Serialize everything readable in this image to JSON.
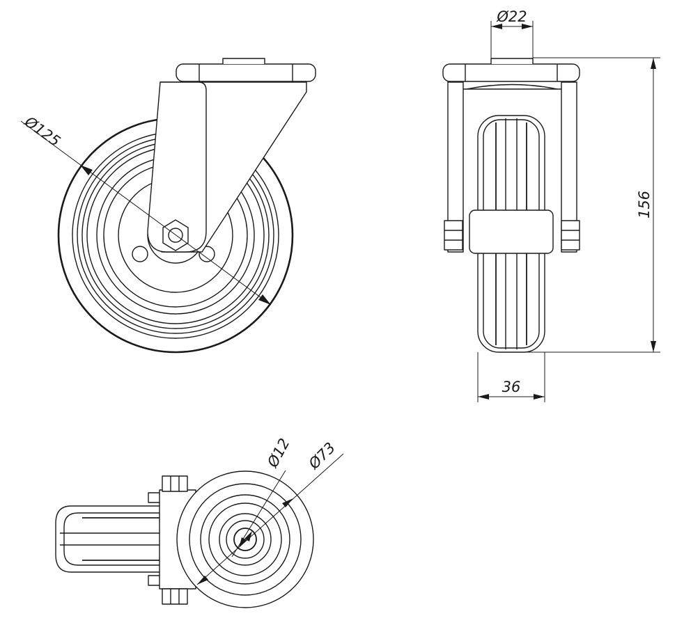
{
  "drawing": {
    "title": "",
    "views": [
      {
        "name": "side-view"
      },
      {
        "name": "front-view"
      },
      {
        "name": "top-view"
      }
    ],
    "dimensions": {
      "wheel_diameter": "Ø125",
      "top_plate_hole": "Ø22",
      "overall_height": "156",
      "wheel_width": "36",
      "axle_bore": "Ø12",
      "hub_diameter": "Ø73"
    },
    "line_color": "#1a1a1a",
    "background": "#ffffff"
  }
}
